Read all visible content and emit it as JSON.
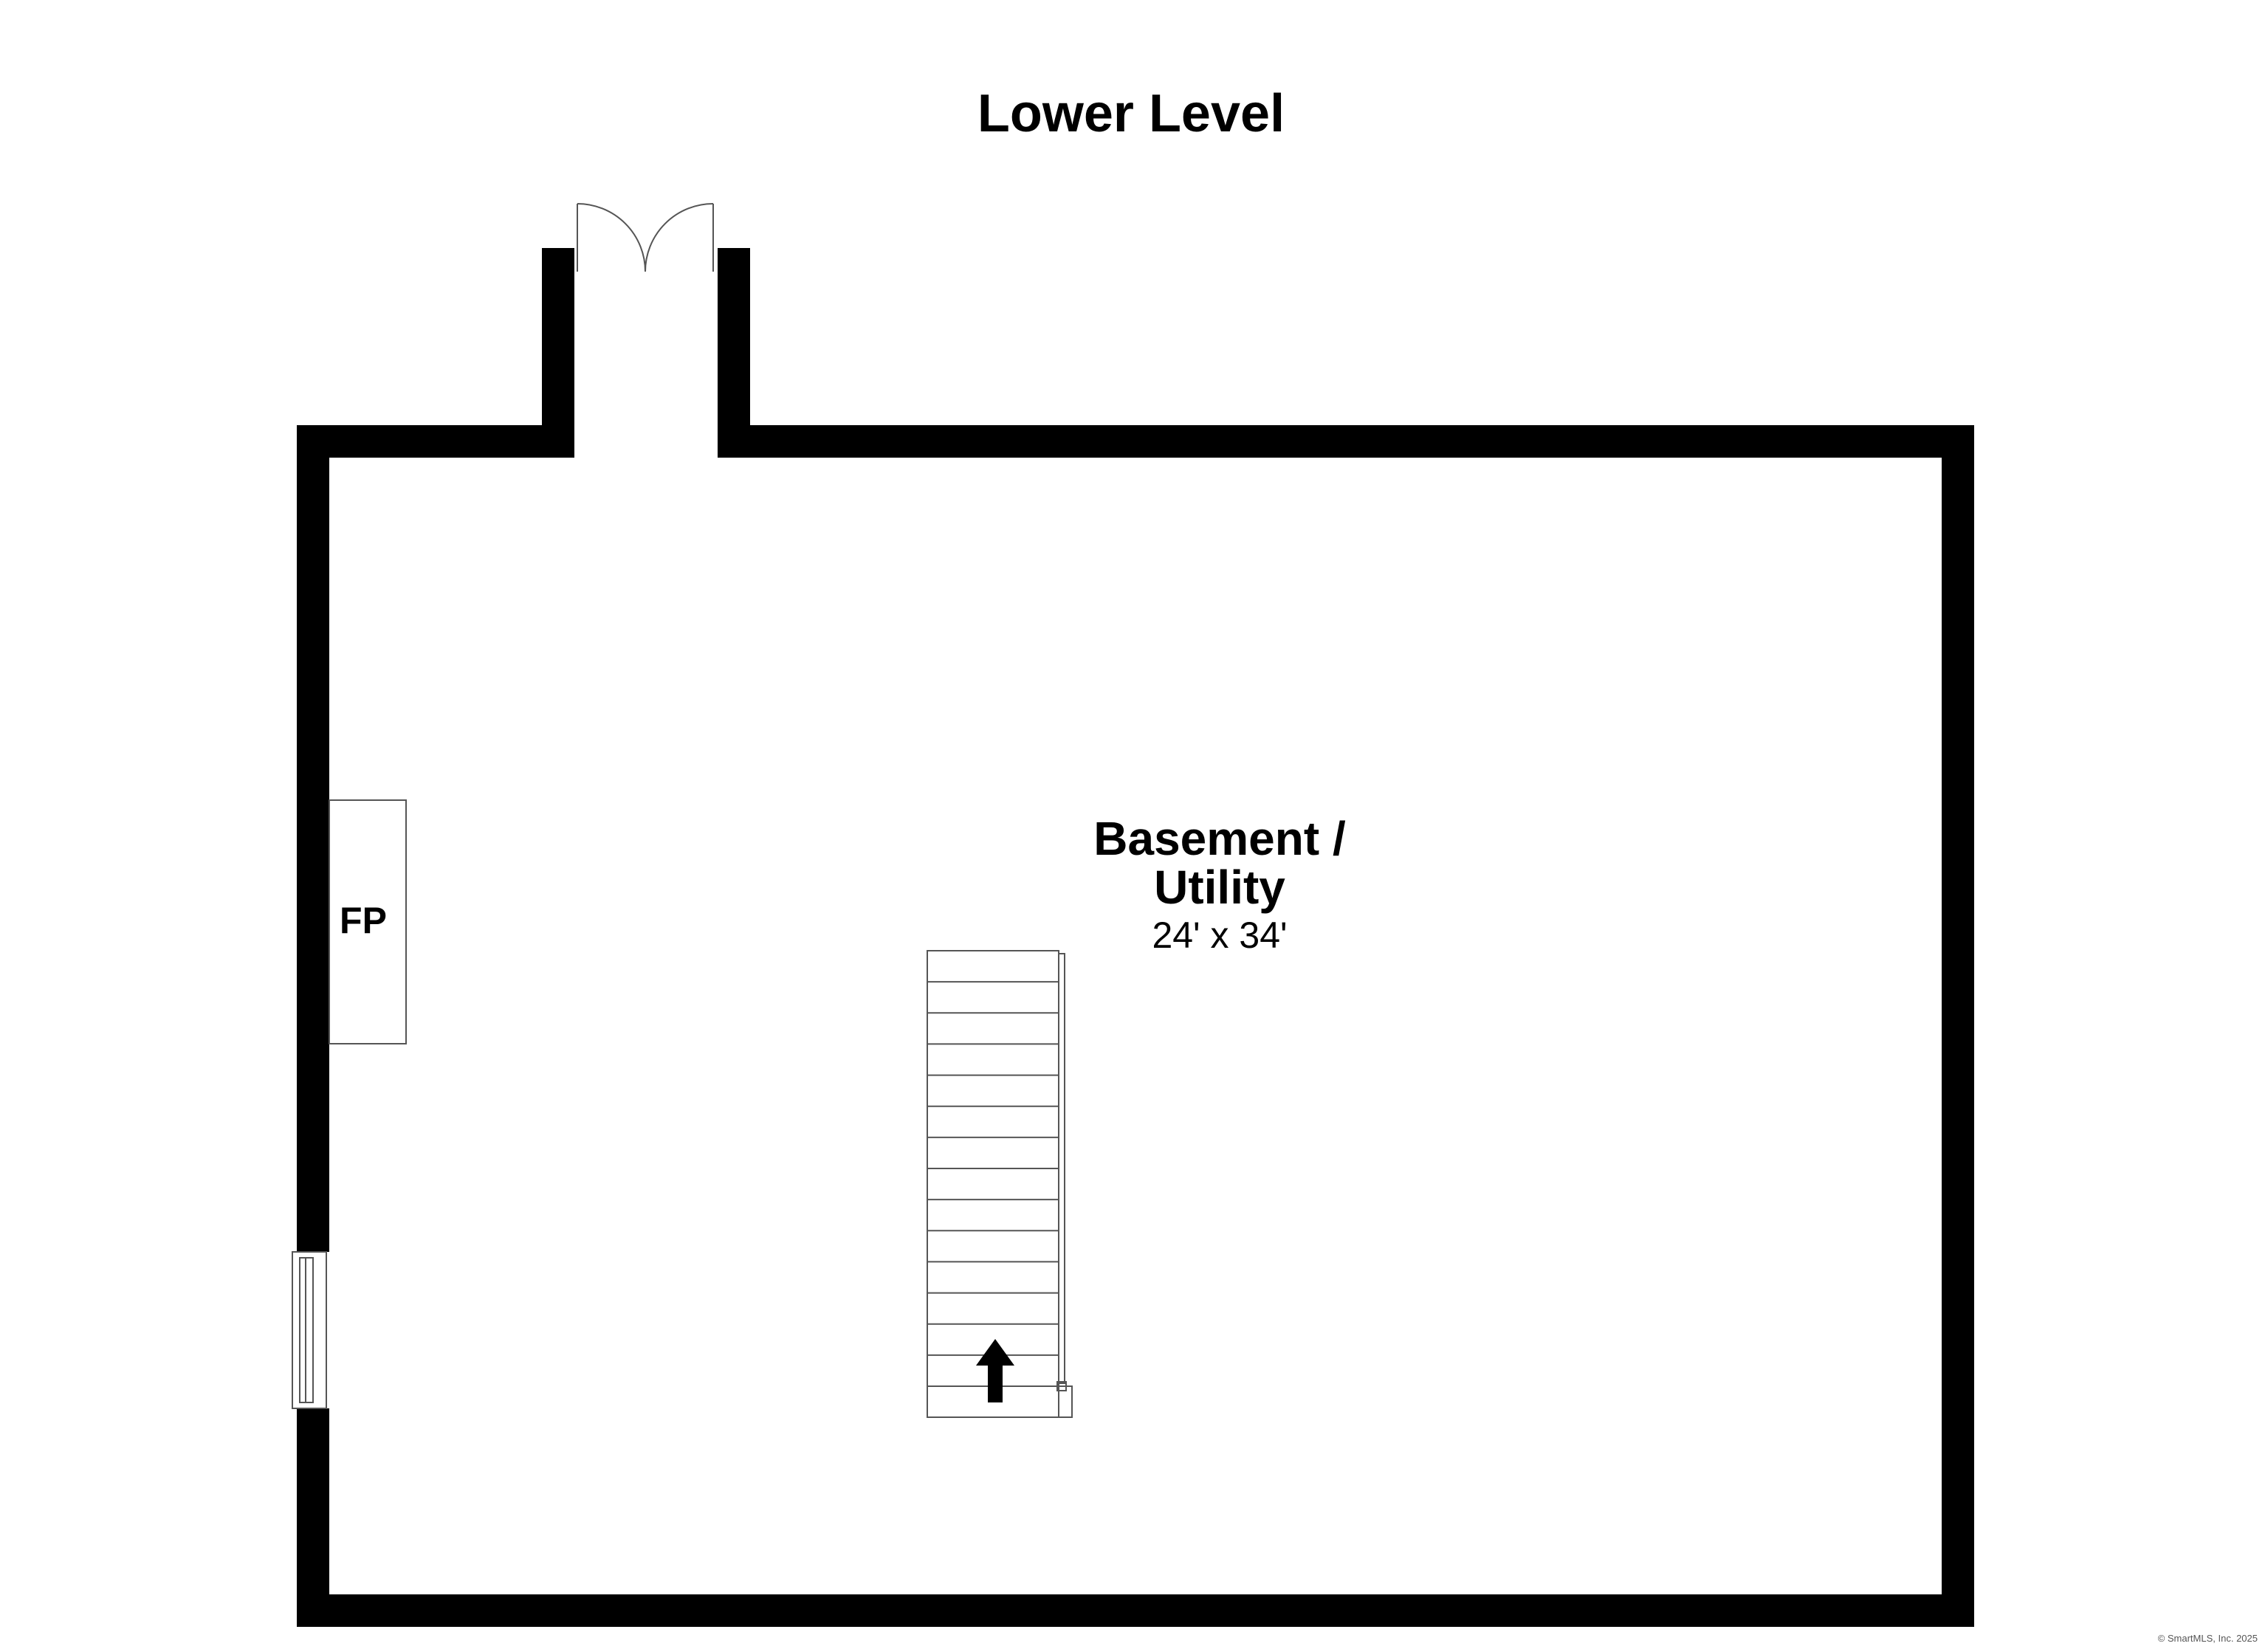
{
  "plan": {
    "title": "Lower Level",
    "rooms": [
      {
        "name_line1": "Basement /",
        "name_line2": "Utility",
        "dimensions": "24' x 34'"
      }
    ],
    "fixtures": {
      "fireplace_label": "FP"
    },
    "copyright": "© SmartMLS, Inc. 2025"
  },
  "colors": {
    "wall": "#000000",
    "background": "#ffffff",
    "line": "#555555"
  },
  "icons": {
    "stair_direction": "arrow-up-icon",
    "door": "double-door-icon",
    "window": "window-icon"
  }
}
